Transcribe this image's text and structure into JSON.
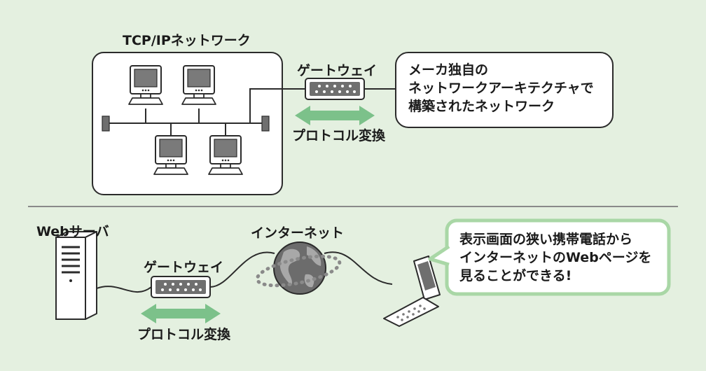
{
  "top": {
    "network_label": "TCP/IPネットワーク",
    "gateway_label": "ゲートウェイ",
    "protocol_label": "プロトコル変換",
    "callout_lines": [
      "メーカ独自の",
      "ネットワークアーキテクチャで",
      "構築されたネットワーク"
    ]
  },
  "bottom": {
    "server_label": "Webサーバ",
    "internet_label": "インターネット",
    "gateway_label": "ゲートウェイ",
    "protocol_label": "プロトコル変換",
    "callout_lines": [
      "表示画面の狭い携帯電話から",
      "インターネットのWebページを",
      "見ることができる!"
    ]
  },
  "colors": {
    "panel_background": "#e4f0e0",
    "arrow_green": "#7cc18a",
    "callout_border": "#a9d7a6",
    "outline": "#2b2b2b",
    "device_gray": "#6f6f6f"
  },
  "icons": [
    "computer-icon",
    "gateway-device-icon",
    "server-tower-icon",
    "globe-icon",
    "mobile-phone-icon",
    "double-arrow-icon"
  ]
}
